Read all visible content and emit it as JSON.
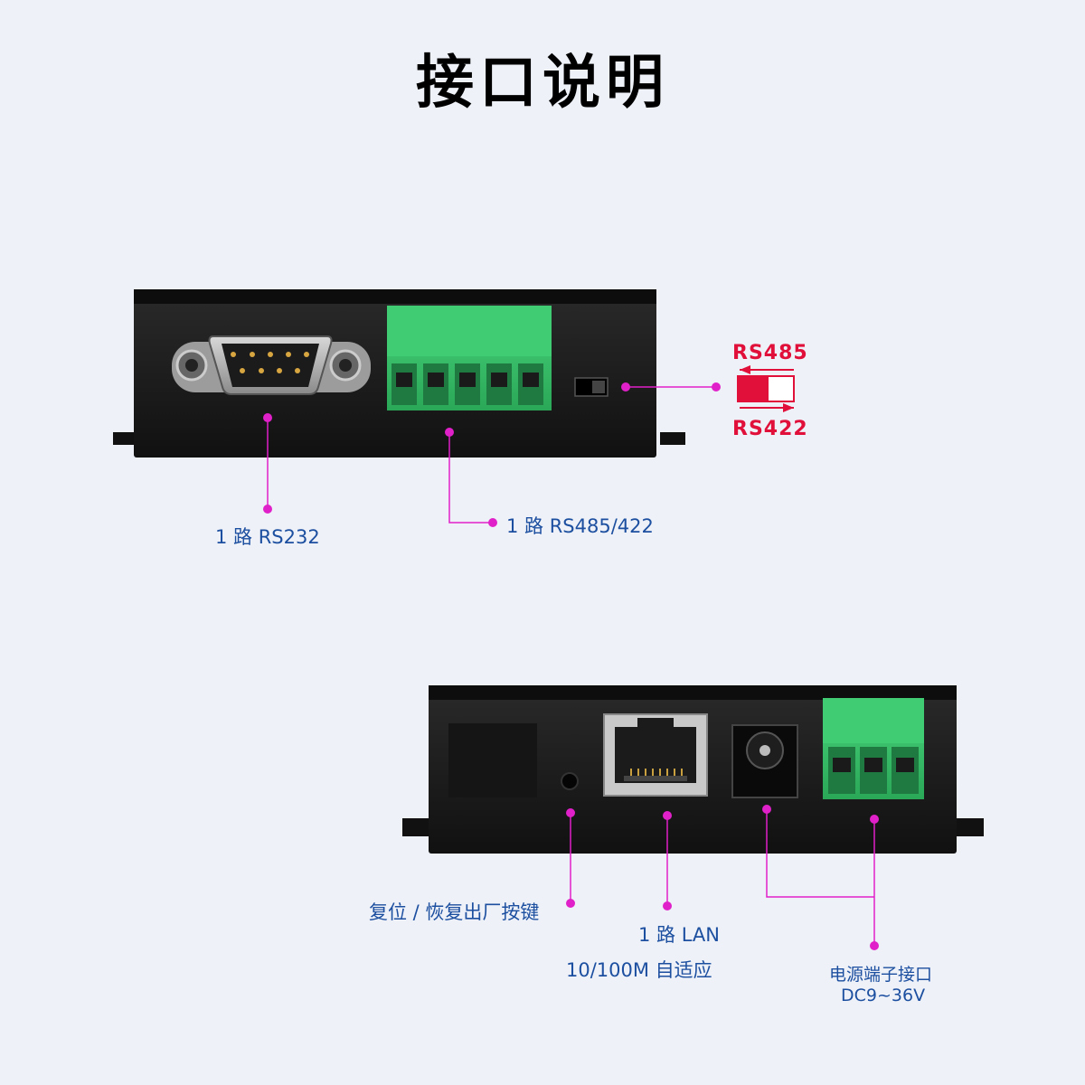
{
  "title": "接口说明",
  "colors": {
    "background": "#eef2f8",
    "leader": "#e020c8",
    "label_text": "#1d4fa0",
    "switch_red": "#e0103a",
    "terminal_green": "#35c56a",
    "device_body": "#1a1a1a"
  },
  "top_device": {
    "switch_top_label": "RS485",
    "switch_bottom_label": "RS422",
    "labels": {
      "rs232": "1 路 RS232",
      "rs485_422": "1 路 RS485/422"
    }
  },
  "bottom_device": {
    "labels": {
      "reset": "复位 / 恢复出厂按键",
      "lan_line1": "1 路 LAN",
      "lan_line2": "10/100M 自适应",
      "power_line1": "电源端子接口",
      "power_line2": "DC9~36V"
    }
  }
}
